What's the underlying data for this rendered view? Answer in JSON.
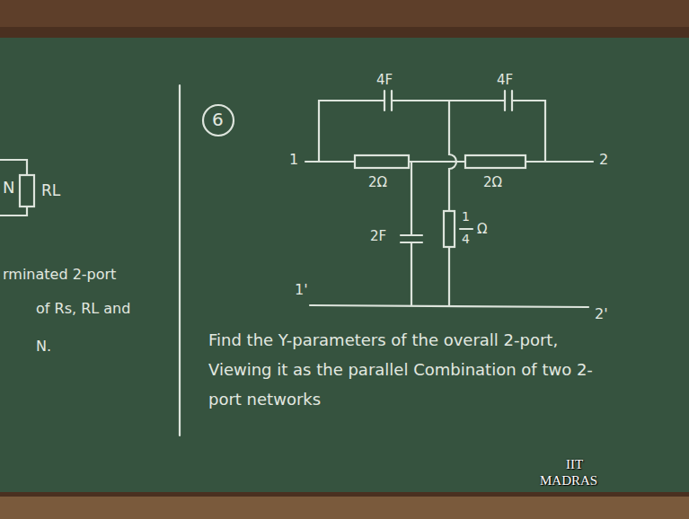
{
  "diagram": {
    "labels": [
      "N",
      "RL",
      "rminated 2-port",
      "of Rs, RL and",
      "N.",
      "6",
      "4F",
      "4F",
      "1",
      "2",
      "2Ω",
      "2Ω",
      "2F",
      "1",
      "4",
      "Ω",
      "1'",
      "2'",
      "Find the Y-parameters of the overall 2-port, Viewing it as the parallel Combination of two 2-port networks",
      "IIT",
      "MADRAS"
    ]
  }
}
